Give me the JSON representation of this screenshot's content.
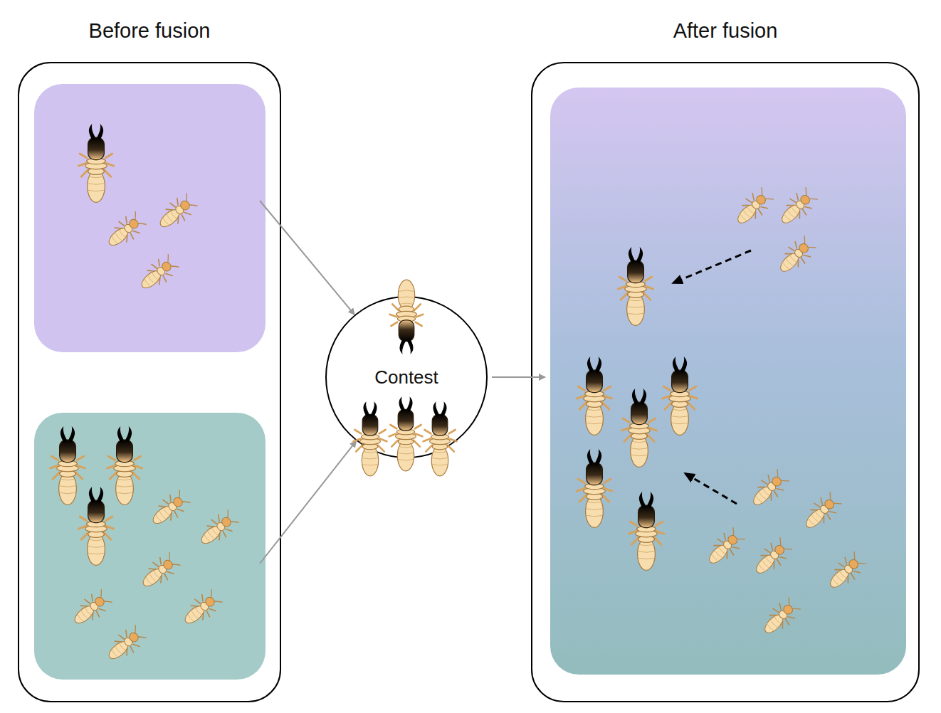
{
  "diagram": {
    "nodes": [
      {
        "text": [
          "Before fusion"
        ]
      },
      {
        "text": [
          "Contest"
        ]
      },
      {
        "text": [
          "After fusion"
        ]
      }
    ],
    "edges": [
      {
        "from": 0,
        "to": 1,
        "arrow": "to"
      },
      {
        "from": 0,
        "to": 1,
        "arrow": "to"
      },
      {
        "from": 1,
        "to": 2,
        "arrow": "to"
      }
    ]
  }
}
